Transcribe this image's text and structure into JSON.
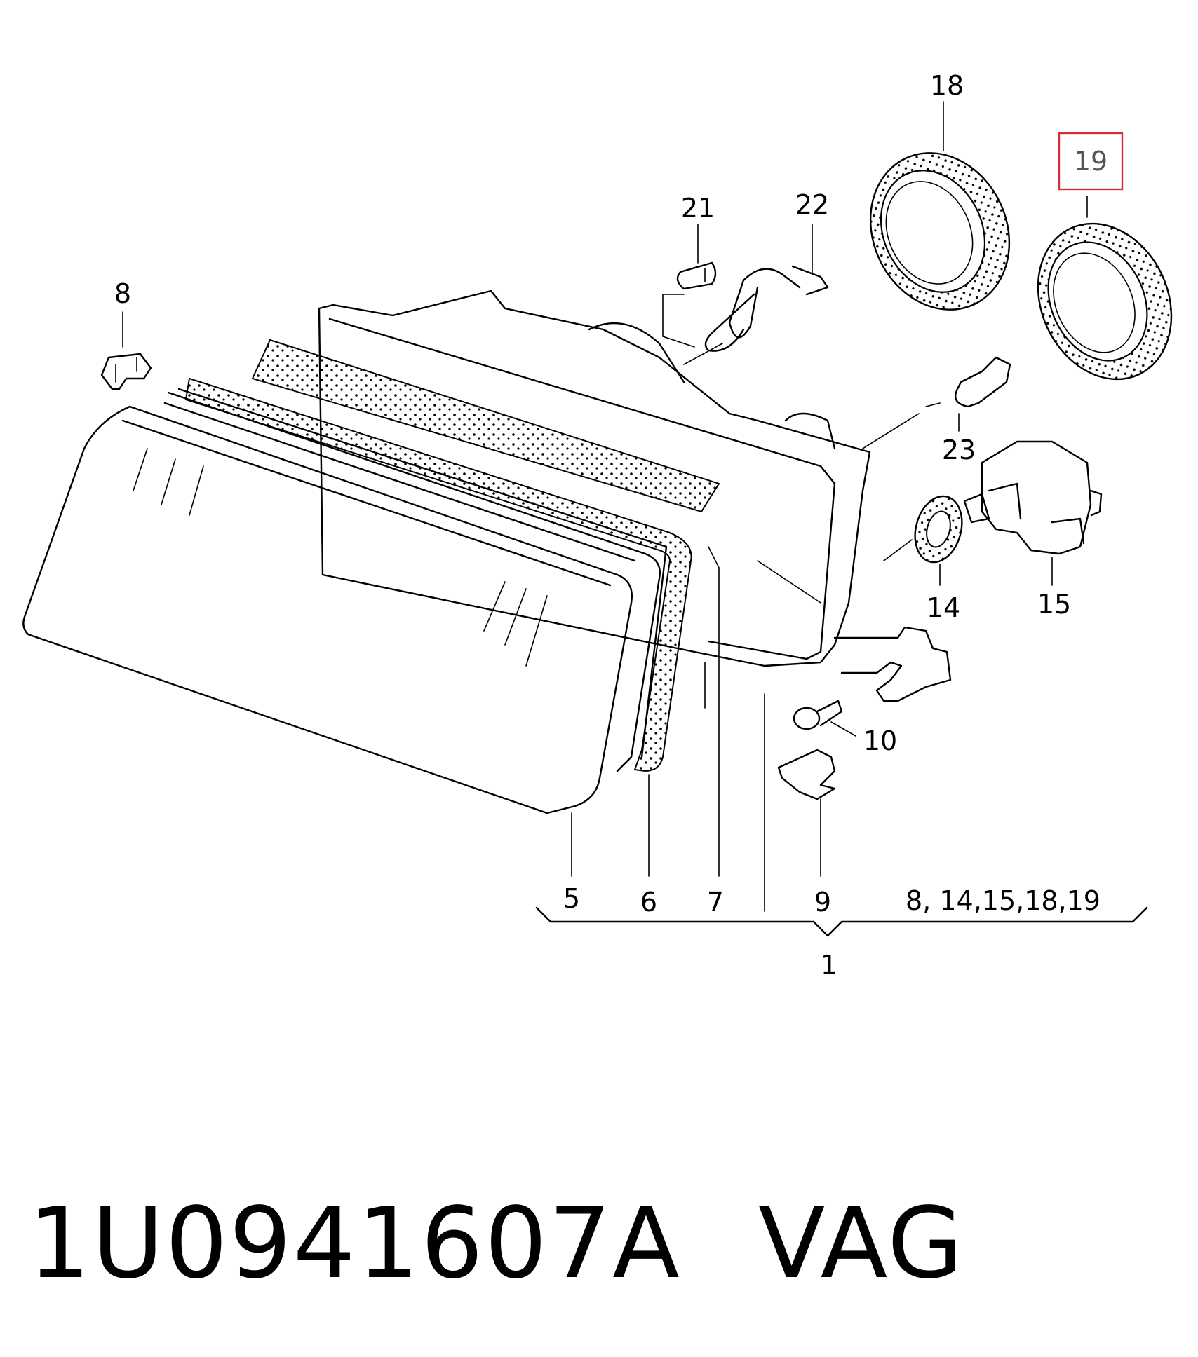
{
  "diagram": {
    "callouts": {
      "c1": "1",
      "c5": "5",
      "c6": "6",
      "c7": "7",
      "c8": "8",
      "c9": "9",
      "c10": "10",
      "c14": "14",
      "c15": "15",
      "c18": "18",
      "c19": "19",
      "c21": "21",
      "c22": "22",
      "c23": "23",
      "set": "8, 14,15,18,19"
    },
    "highlight_color": "#d62e3a"
  },
  "footer": {
    "part_number": "1U0941607A",
    "brand": "VAG"
  }
}
